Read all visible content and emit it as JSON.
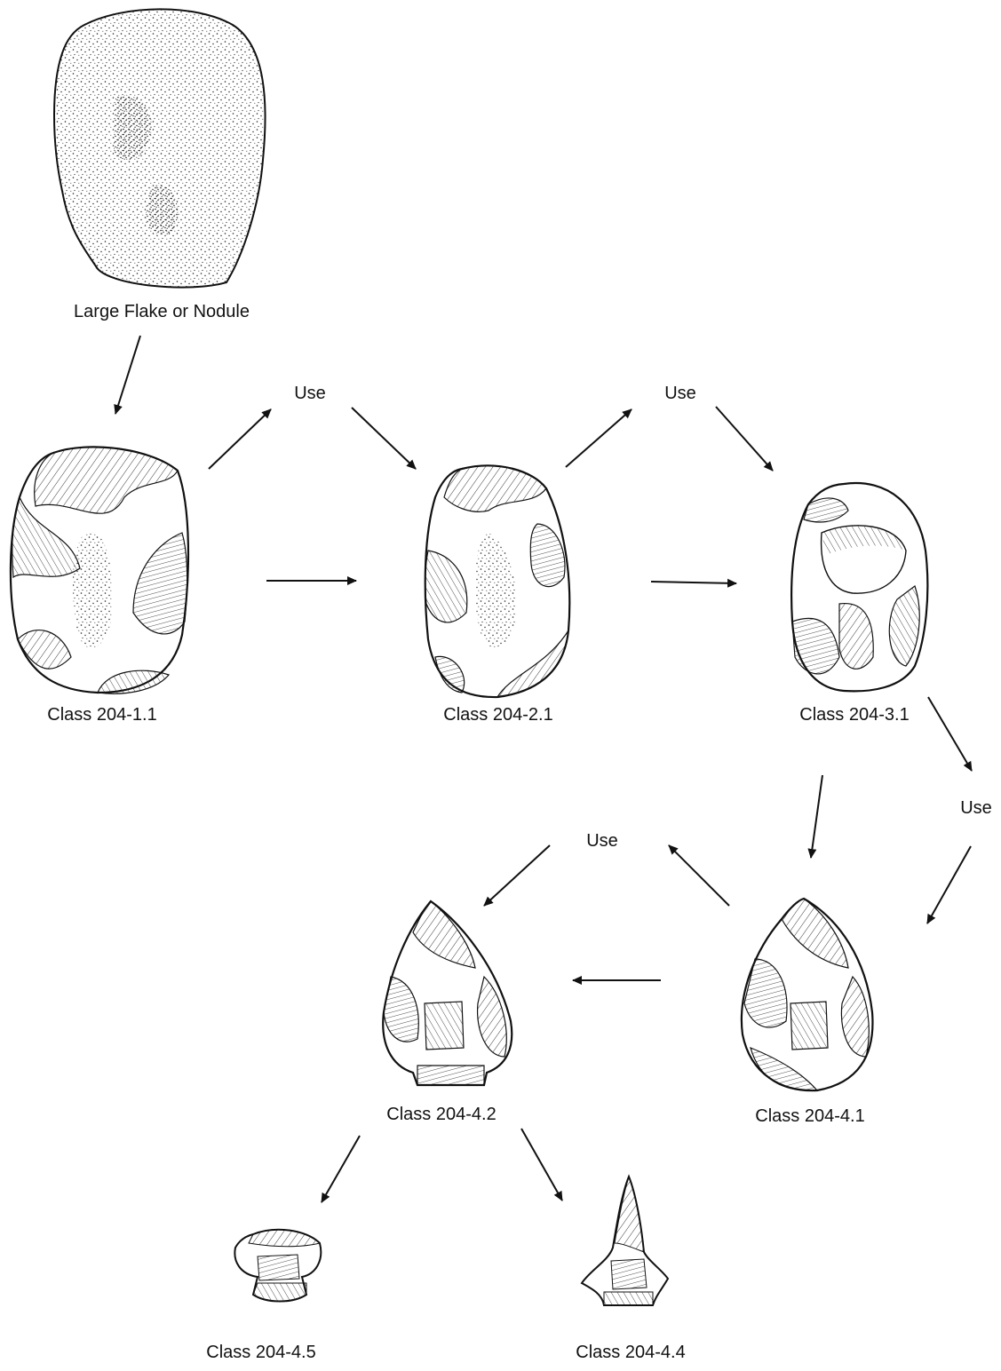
{
  "labels": {
    "nodule": "Large Flake or Nodule",
    "c204_1_1": "Class 204-1.1",
    "c204_2_1": "Class 204-2.1",
    "c204_3_1": "Class 204-3.1",
    "c204_4_1": "Class 204-4.1",
    "c204_4_2": "Class 204-4.2",
    "c204_4_4": "Class 204-4.4",
    "c204_4_5": "Class 204-4.5",
    "use_1": "Use",
    "use_2": "Use",
    "use_3": "Use",
    "use_4": "Use"
  },
  "colors": {
    "ink": "#111111",
    "cortex_fill": "#f4f4f4",
    "paper": "#ffffff"
  }
}
